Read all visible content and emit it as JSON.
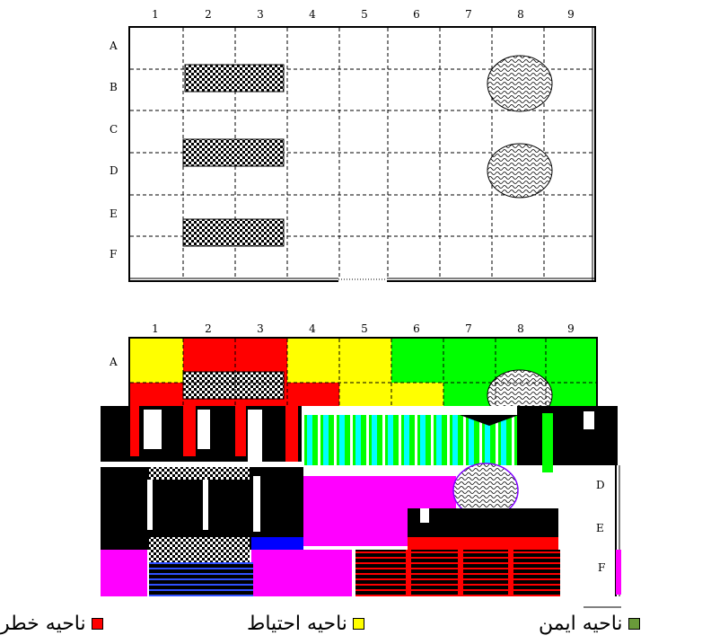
{
  "top_grid": {
    "columns": [
      "1",
      "2",
      "3",
      "4",
      "5",
      "6",
      "7",
      "8",
      "9"
    ],
    "rows": [
      "A",
      "B",
      "C",
      "D",
      "E",
      "F"
    ],
    "obstacles": [
      {
        "kind": "rect",
        "row": "B",
        "from_col": 2,
        "to_col": 3
      },
      {
        "kind": "rect",
        "row": "D",
        "from_col": 2,
        "to_col": 3
      },
      {
        "kind": "rect",
        "row": "F",
        "from_col": 2,
        "to_col": 3
      },
      {
        "kind": "ellipse",
        "row": "B",
        "col": 8
      },
      {
        "kind": "ellipse",
        "row": "D",
        "col": 8
      }
    ]
  },
  "bottom_grid": {
    "columns": [
      "1",
      "2",
      "3",
      "4",
      "5",
      "6",
      "7",
      "8",
      "9"
    ],
    "visible_row_labels": [
      "A",
      "D",
      "E",
      "F"
    ],
    "row_A_colors": [
      "#ffff00",
      "#ff0000",
      "#ff0000",
      "#ffff00",
      "#ffff00",
      "#00ff00",
      "#00ff00",
      "#00ff00",
      "#00ff00"
    ],
    "colors": {
      "safe": "#00ff00",
      "caution": "#ffff00",
      "danger": "#ff0000",
      "glitch_magenta": "#ff00ff",
      "glitch_cyan": "#00ffff",
      "glitch_blue": "#0000ff"
    }
  },
  "legend": [
    {
      "label": "ناحیه خطر",
      "color": "#ff0000"
    },
    {
      "label": "ناحیه احتیاط",
      "color": "#ffff00"
    },
    {
      "label": "ناحیه ایمن",
      "color": "#6a9a3a"
    }
  ]
}
